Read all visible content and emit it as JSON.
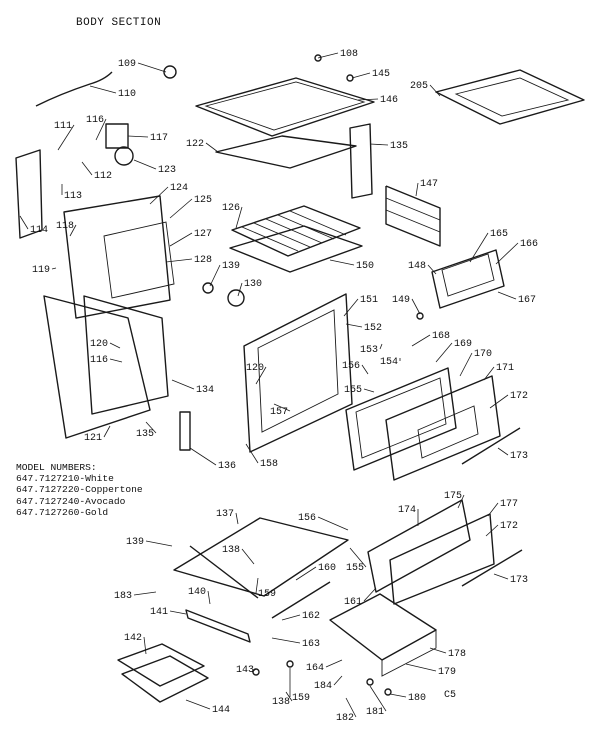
{
  "title": "BODY SECTION",
  "model_heading": "MODEL NUMBERS:",
  "models": [
    "647.7127210-White",
    "647.7127220-Coppertone",
    "647.7127240-Avocado",
    "647.7127260-Gold"
  ],
  "diagram_code": "C5",
  "callouts": [
    "108",
    "109",
    "110",
    "145",
    "146",
    "205",
    "111",
    "116",
    "117",
    "112",
    "113",
    "123",
    "122",
    "135",
    "147",
    "114",
    "118",
    "124",
    "125",
    "126",
    "127",
    "128",
    "119",
    "139",
    "130",
    "150",
    "148",
    "165",
    "166",
    "167",
    "151",
    "149",
    "152",
    "153",
    "168",
    "169",
    "120",
    "116",
    "154",
    "170",
    "156",
    "171",
    "155",
    "121",
    "135",
    "134",
    "157",
    "120",
    "172",
    "136",
    "158",
    "173",
    "137",
    "156",
    "175",
    "177",
    "139",
    "138",
    "174",
    "172",
    "155",
    "159",
    "160",
    "183",
    "140",
    "161",
    "141",
    "162",
    "173",
    "163",
    "142",
    "178",
    "143",
    "164",
    "179",
    "138",
    "159",
    "184",
    "180",
    "144",
    "182",
    "181"
  ]
}
